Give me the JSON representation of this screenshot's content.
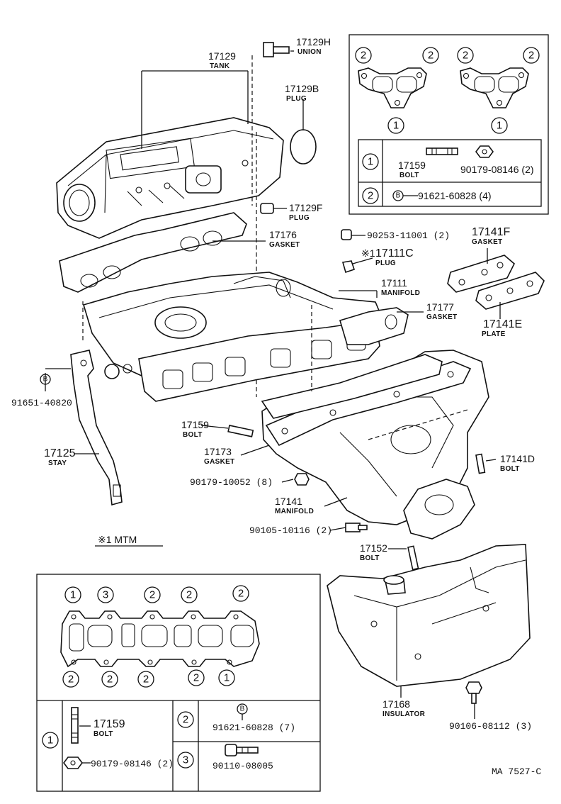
{
  "labels": {
    "l17129h": "17129H",
    "l17129h_sub": "UNION",
    "l17129": "17129",
    "l17129_sub": "TANK",
    "l17129b": "17129B",
    "l17129b_sub": "PLUG",
    "l17129f": "17129F",
    "l17129f_sub": "PLUG",
    "l17176": "17176",
    "l17176_sub": "GASKET",
    "l90253": "90253-11001 (2)",
    "l17111c": "17111C",
    "l17111c_mark": "※1",
    "l17111c_sub": "PLUG",
    "l17141f": "17141F",
    "l17141f_sub": "GASKET",
    "l17111": "17111",
    "l17111_sub": "MANIFOLD",
    "l17177": "17177",
    "l17177_sub": "GASKET",
    "l17141e": "17141E",
    "l17141e_sub": "PLATE",
    "l91651": "91651-40820",
    "l17159": "17159",
    "l17159_sub": "BOLT",
    "l17125": "17125",
    "l17125_sub": "STAY",
    "l17173": "17173",
    "l17173_sub": "GASKET",
    "l90179_10052": "90179-10052 (8)",
    "l17141": "17141",
    "l17141_sub": "MANIFOLD",
    "l17141d": "17141D",
    "l17141d_sub": "BOLT",
    "l90105": "90105-10116 (2)",
    "l17152": "17152",
    "l17152_sub": "BOLT",
    "l17168": "17168",
    "l17168_sub": "INSULATOR",
    "l90106": "90106-08112 (3)",
    "mtm_note": "※1  MTM",
    "b_marker": "B",
    "drawing_code": "MA 7527-C"
  },
  "top_right_inset": {
    "circle_labels": [
      "2",
      "2",
      "2",
      "2",
      "1",
      "1"
    ],
    "table": {
      "row1_key": "1",
      "row1_bolt_pn": "17159",
      "row1_bolt_sub": "BOLT",
      "row1_nut_pn": "90179-08146 (2)",
      "row2_key": "2",
      "row2_marker": "B",
      "row2_pn": "91621-60828 (4)"
    }
  },
  "bottom_left_inset": {
    "top_circles": [
      "1",
      "3",
      "2",
      "2",
      "2"
    ],
    "bottom_circles": [
      "2",
      "2",
      "2",
      "2",
      "1"
    ],
    "table": {
      "row1_key": "1",
      "row1_bolt_pn": "17159",
      "row1_bolt_sub": "BOLT",
      "row1_nut_pn": "90179-08146 (2)",
      "row2_key": "2",
      "row2_marker": "B",
      "row2_pn": "91621-60828 (7)",
      "row3_key": "3",
      "row3_pn": "90110-08005"
    }
  }
}
